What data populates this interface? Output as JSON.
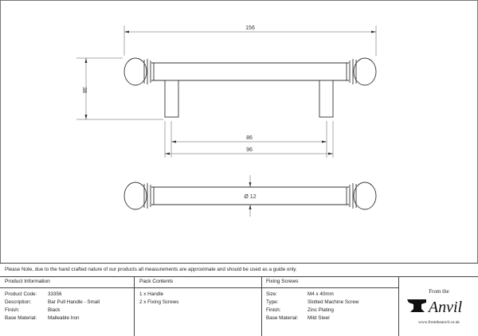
{
  "dimensions": {
    "overall_length": "156",
    "height": "38",
    "centres_inner": "86",
    "centres_outer": "96",
    "diameter": "Ø 12"
  },
  "note": "Please Note, due to the hand crafted nature of our products all measurements are approximate and should be used as a guide only.",
  "product_info": {
    "title": "Product Information",
    "rows": [
      {
        "label": "Product Code:",
        "value": "33356"
      },
      {
        "label": "Description:",
        "value": "Bar Pull Handle - Small"
      },
      {
        "label": "Finish:",
        "value": "Black"
      },
      {
        "label": "Base Material:",
        "value": "Malleable Iron"
      }
    ]
  },
  "pack_contents": {
    "title": "Pack Contents",
    "items": [
      "1 x Handle",
      "2 x Fixing Screws"
    ]
  },
  "fixing_screws": {
    "title": "Fixing Screws",
    "rows": [
      {
        "label": "Size:",
        "value": "M4 x 40mm"
      },
      {
        "label": "Type:",
        "value": "Slotted Machine Screw"
      },
      {
        "label": "Finish:",
        "value": "Zinc Plating"
      },
      {
        "label": "Base Material:",
        "value": "Mild Steel"
      }
    ]
  },
  "brand": {
    "tagline": "From the",
    "name": "Anvil",
    "url": "www.fromtheanvil.co.uk"
  }
}
